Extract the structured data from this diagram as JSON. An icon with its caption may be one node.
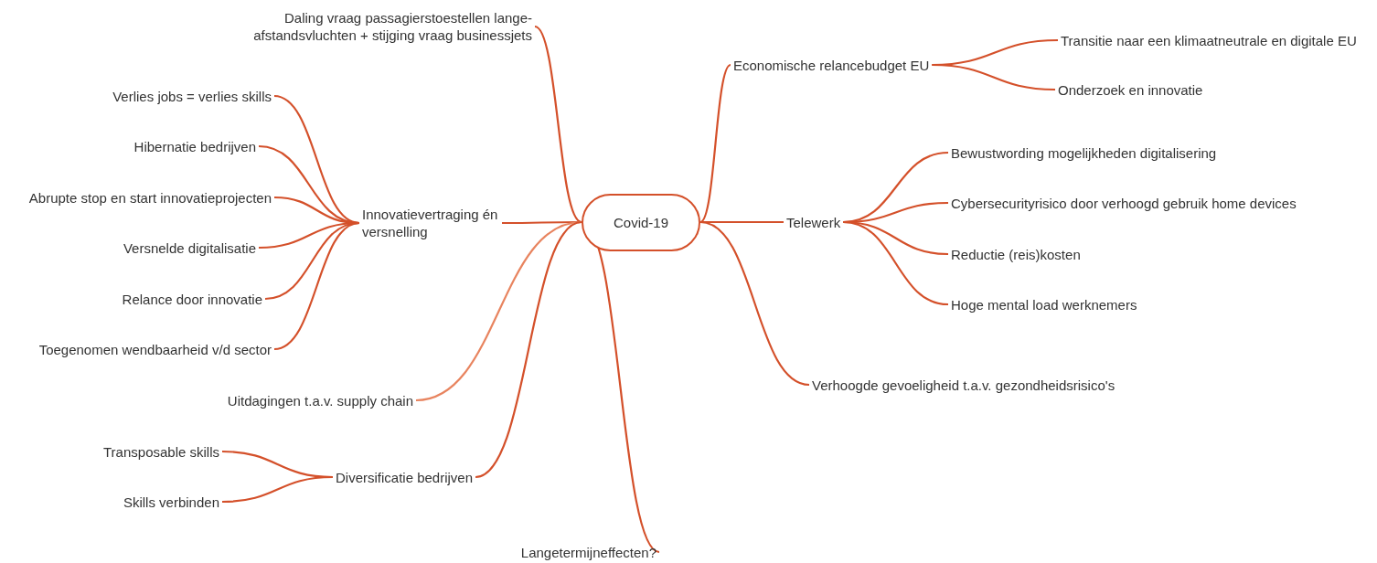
{
  "diagram": {
    "nodes": [
      {
        "text": [
          "Covid-19"
        ]
      },
      {
        "text": [
          "Daling vraag passagierstoestellen lange-afstandsvluchten + stijging vraag businessjets"
        ]
      },
      {
        "text": [
          "Innovatievertraging én versnelling"
        ]
      },
      {
        "text": [
          "Verlies jobs = verlies skills"
        ]
      },
      {
        "text": [
          "Hibernatie bedrijven"
        ]
      },
      {
        "text": [
          "Abrupte stop en start innovatieprojecten"
        ]
      },
      {
        "text": [
          "Versnelde digitalisatie"
        ]
      },
      {
        "text": [
          "Relance door innovatie"
        ]
      },
      {
        "text": [
          "Toegenomen wendbaarheid v/d sector"
        ]
      },
      {
        "text": [
          "Uitdagingen t.a.v. supply chain"
        ]
      },
      {
        "text": [
          "Diversificatie bedrijven"
        ]
      },
      {
        "text": [
          "Transposable skills"
        ]
      },
      {
        "text": [
          "Skills verbinden"
        ]
      },
      {
        "text": [
          "Langetermijneffecten?"
        ]
      },
      {
        "text": [
          "Economische relancebudget EU"
        ]
      },
      {
        "text": [
          "Transitie naar een klimaatneutrale en digitale EU"
        ]
      },
      {
        "text": [
          "Onderzoek en innovatie"
        ]
      },
      {
        "text": [
          "Telewerk"
        ]
      },
      {
        "text": [
          "Bewustwording mogelijkheden digitalisering"
        ]
      },
      {
        "text": [
          "Cybersecurityrisico door verhoogd gebruik home devices"
        ]
      },
      {
        "text": [
          "Reductie (reis)kosten"
        ]
      },
      {
        "text": [
          "Hoge mental load werknemers"
        ]
      },
      {
        "text": [
          "Verhoogde gevoeligheid t.a.v. gezondheidsrisico's"
        ]
      }
    ],
    "edges": [
      {
        "from": 0,
        "to": 1,
        "arrow": "none"
      },
      {
        "from": 0,
        "to": 2,
        "arrow": "none"
      },
      {
        "from": 2,
        "to": 3,
        "arrow": "none"
      },
      {
        "from": 2,
        "to": 4,
        "arrow": "none"
      },
      {
        "from": 2,
        "to": 5,
        "arrow": "none"
      },
      {
        "from": 2,
        "to": 6,
        "arrow": "none"
      },
      {
        "from": 2,
        "to": 7,
        "arrow": "none"
      },
      {
        "from": 2,
        "to": 8,
        "arrow": "none"
      },
      {
        "from": 0,
        "to": 9,
        "arrow": "none",
        "color": "#e8845f"
      },
      {
        "from": 0,
        "to": 10,
        "arrow": "none"
      },
      {
        "from": 10,
        "to": 11,
        "arrow": "none"
      },
      {
        "from": 10,
        "to": 12,
        "arrow": "none"
      },
      {
        "from": 0,
        "to": 13,
        "arrow": "none"
      },
      {
        "from": 0,
        "to": 14,
        "arrow": "none"
      },
      {
        "from": 14,
        "to": 15,
        "arrow": "none"
      },
      {
        "from": 14,
        "to": 16,
        "arrow": "none"
      },
      {
        "from": 0,
        "to": 17,
        "arrow": "none"
      },
      {
        "from": 17,
        "to": 18,
        "arrow": "none"
      },
      {
        "from": 17,
        "to": 19,
        "arrow": "none"
      },
      {
        "from": 17,
        "to": 20,
        "arrow": "none"
      },
      {
        "from": 17,
        "to": 21,
        "arrow": "none"
      },
      {
        "from": 0,
        "to": 22,
        "arrow": "none"
      }
    ]
  }
}
